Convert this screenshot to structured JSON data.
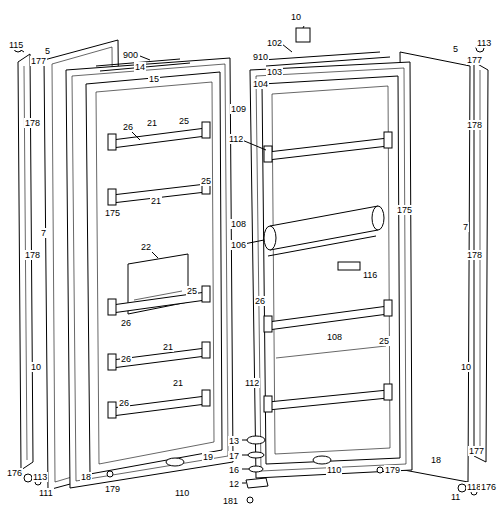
{
  "diagram": {
    "labels": [
      "115",
      "5",
      "177",
      "900",
      "14",
      "15",
      "178",
      "26",
      "21",
      "25",
      "25",
      "21",
      "175",
      "7",
      "22",
      "178",
      "25",
      "26",
      "26",
      "21",
      "21",
      "26",
      "10",
      "19",
      "18",
      "176",
      "113",
      "111",
      "179",
      "110",
      "10",
      "102",
      "910",
      "103",
      "104",
      "5",
      "113",
      "177",
      "109",
      "112",
      "178",
      "175",
      "108",
      "106",
      "7",
      "178",
      "116",
      "26",
      "108",
      "25",
      "10",
      "112",
      "13",
      "17",
      "16",
      "12",
      "181",
      "110",
      "179",
      "18",
      "177",
      "11",
      "118",
      "176"
    ]
  }
}
